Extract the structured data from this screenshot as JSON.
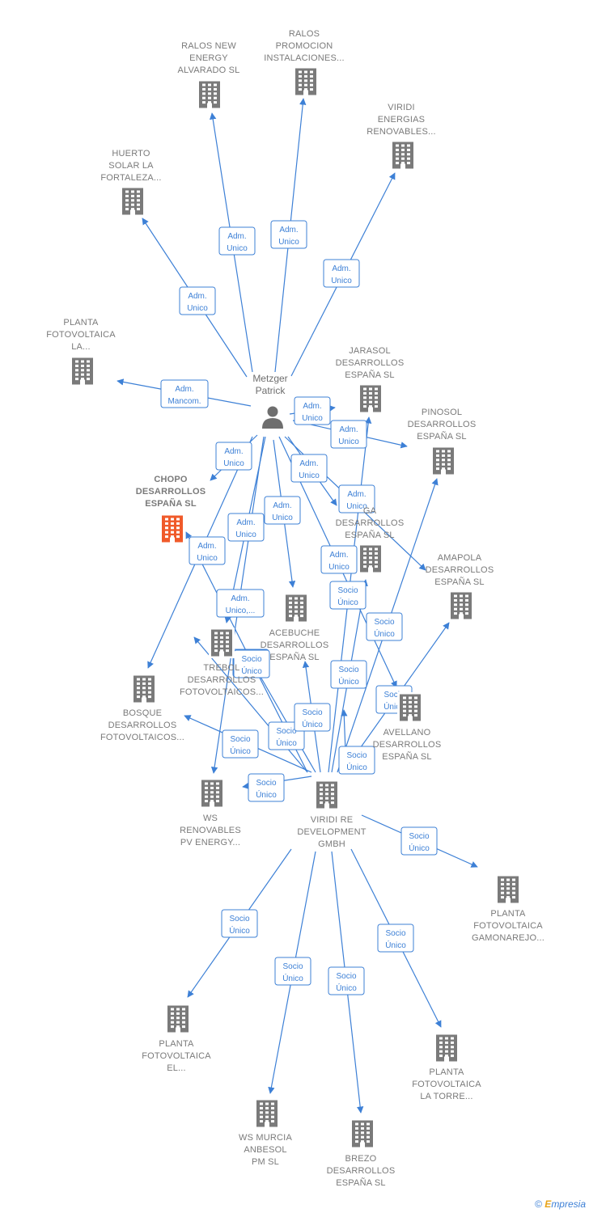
{
  "person": {
    "name_lines": [
      "Metzger",
      "Patrick"
    ],
    "icon": "person-icon"
  },
  "colors": {
    "edge": "#3d80d6",
    "node": "#7a7a7a",
    "focus": "#f05a2a"
  },
  "companies": [
    {
      "id": "ralos_new",
      "lines": [
        "RALOS NEW",
        "ENERGY",
        "ALVARADO  SL"
      ],
      "icon": "building-icon"
    },
    {
      "id": "ralos_prom",
      "lines": [
        "RALOS",
        "PROMOCION",
        "INSTALACIONES..."
      ],
      "icon": "building-icon"
    },
    {
      "id": "viridi_en",
      "lines": [
        "VIRIDI",
        "ENERGIAS",
        "RENOVABLES..."
      ],
      "icon": "building-icon"
    },
    {
      "id": "huerto",
      "lines": [
        "HUERTO",
        "SOLAR LA",
        "FORTALEZA..."
      ],
      "icon": "building-icon"
    },
    {
      "id": "planta_la",
      "lines": [
        "PLANTA",
        "FOTOVOLTAICA",
        "LA..."
      ],
      "icon": "building-icon"
    },
    {
      "id": "jarasol",
      "lines": [
        "JARASOL",
        "DESARROLLOS",
        "ESPAÑA  SL"
      ],
      "icon": "building-icon"
    },
    {
      "id": "pinosol",
      "lines": [
        "PINOSOL",
        "DESARROLLOS",
        "ESPAÑA  SL"
      ],
      "icon": "building-icon"
    },
    {
      "id": "chopo",
      "lines": [
        "CHOPO",
        "DESARROLLOS",
        "ESPAÑA  SL"
      ],
      "icon": "building-icon",
      "focus": true
    },
    {
      "id": "ga",
      "lines": [
        "GA",
        "DESARROLLOS",
        "ESPAÑA  SL"
      ],
      "icon": "building-icon"
    },
    {
      "id": "amapola",
      "lines": [
        "AMAPOLA",
        "DESARROLLOS",
        "ESPAÑA  SL"
      ],
      "icon": "building-icon"
    },
    {
      "id": "acebuche",
      "lines": [
        "ACEBUCHE",
        "DESARROLLOS",
        "ESPAÑA  SL"
      ],
      "icon": "building-icon"
    },
    {
      "id": "trebol",
      "lines": [
        "TREBOL",
        "DESARROLLOS",
        "FOTOVOLTAICOS..."
      ],
      "icon": "building-icon"
    },
    {
      "id": "bosque",
      "lines": [
        "BOSQUE",
        "DESARROLLOS",
        "FOTOVOLTAICOS..."
      ],
      "icon": "building-icon"
    },
    {
      "id": "avellano",
      "lines": [
        "AVELLANO",
        "DESARROLLOS",
        "ESPAÑA  SL"
      ],
      "icon": "building-icon"
    },
    {
      "id": "ws_renov",
      "lines": [
        "WS",
        "RENOVABLES",
        "PV ENERGY..."
      ],
      "icon": "building-icon"
    },
    {
      "id": "viridi_re",
      "lines": [
        "VIRIDI RE",
        "DEVELOPMENT",
        "GMBH"
      ],
      "icon": "building-icon"
    },
    {
      "id": "gamonarejo",
      "lines": [
        "PLANTA",
        "FOTOVOLTAICA",
        "GAMONAREJO..."
      ],
      "icon": "building-icon"
    },
    {
      "id": "planta_el",
      "lines": [
        "PLANTA",
        "FOTOVOLTAICA",
        "EL..."
      ],
      "icon": "building-icon"
    },
    {
      "id": "la_torre",
      "lines": [
        "PLANTA",
        "FOTOVOLTAICA",
        "LA TORRE..."
      ],
      "icon": "building-icon"
    },
    {
      "id": "ws_murcia",
      "lines": [
        "WS MURCIA",
        "ANBESOL",
        "PM SL"
      ],
      "icon": "building-icon"
    },
    {
      "id": "brezo",
      "lines": [
        "BREZO",
        "DESARROLLOS",
        "ESPAÑA  SL"
      ],
      "icon": "building-icon"
    }
  ],
  "edges": [
    {
      "to": "ralos_new",
      "label": [
        "Adm.",
        "Unico"
      ]
    },
    {
      "to": "ralos_prom",
      "label": [
        "Adm.",
        "Unico"
      ]
    },
    {
      "to": "viridi_en",
      "label": [
        "Adm.",
        "Unico"
      ]
    },
    {
      "to": "huerto",
      "label": [
        "Adm.",
        "Unico"
      ]
    },
    {
      "to": "planta_la",
      "label": [
        "Adm.",
        "Mancom."
      ]
    },
    {
      "to": "jarasol",
      "label": [
        "Adm.",
        "Unico"
      ]
    },
    {
      "to": "pinosol",
      "label": [
        "Adm.",
        "Unico"
      ]
    },
    {
      "to": "chopo",
      "label": [
        "Adm.",
        "Unico"
      ]
    },
    {
      "to": "ga",
      "label": [
        "Adm.",
        "Unico"
      ]
    },
    {
      "to": "amapola",
      "label": [
        "Adm.",
        "Unico"
      ]
    },
    {
      "to": "acebuche",
      "label": [
        "Adm.",
        "Unico"
      ]
    },
    {
      "to": "bosque",
      "label": [
        "Adm.",
        "Unico"
      ]
    },
    {
      "to": "trebol",
      "label": [
        "Adm.",
        "Unico"
      ]
    },
    {
      "to": "ws_renov",
      "label": [
        "Adm.",
        "Unico,..."
      ]
    },
    {
      "to": "avellano",
      "label": [
        "Adm.",
        "Unico"
      ]
    },
    {
      "to": "chopo",
      "label": [
        "Socio",
        "Único"
      ]
    },
    {
      "to": "trebol",
      "label": [
        "Socio",
        "Único"
      ]
    },
    {
      "to": "acebuche",
      "label": [
        "Socio",
        "Único"
      ]
    },
    {
      "to": "bosque",
      "label": [
        "Socio",
        "Único"
      ]
    },
    {
      "to": "ws_renov",
      "label": [
        "Socio",
        "Único"
      ]
    },
    {
      "to": "jarasol",
      "label": [
        "Socio",
        "Único"
      ]
    },
    {
      "to": "ga",
      "label": [
        "Socio",
        "Único"
      ]
    },
    {
      "to": "pinosol",
      "label": [
        "Socio",
        "Único"
      ]
    },
    {
      "to": "amapola",
      "label": [
        "Socio",
        "Único"
      ]
    },
    {
      "to": "avellano",
      "label": [
        "Socio",
        "Único"
      ]
    },
    {
      "to": "trebol",
      "label": [
        "Socio",
        "Único"
      ]
    },
    {
      "to": "gamonarejo",
      "label": [
        "Socio",
        "Único"
      ]
    },
    {
      "to": "planta_el",
      "label": [
        "Socio",
        "Único"
      ]
    },
    {
      "to": "ws_murcia",
      "label": [
        "Socio",
        "Único"
      ]
    },
    {
      "to": "brezo",
      "label": [
        "Socio",
        "Único"
      ]
    },
    {
      "to": "la_torre",
      "label": [
        "Socio",
        "Único"
      ]
    }
  ],
  "footer": {
    "copyright": "©",
    "brand_initial": "E",
    "brand_rest": "mpresia"
  }
}
